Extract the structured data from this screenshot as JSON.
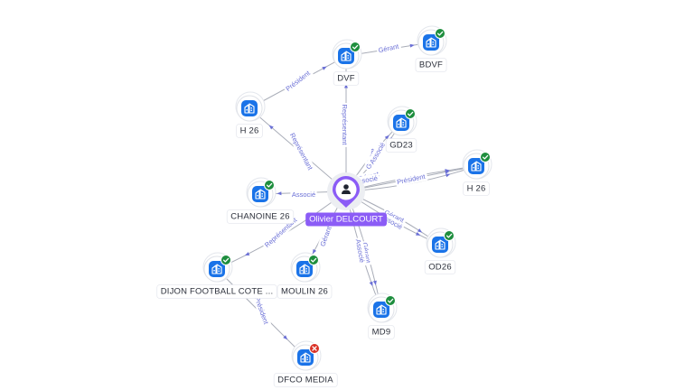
{
  "center": {
    "name": "Olivier DELCOURT",
    "icon": "person-icon",
    "color": "#8b5cf6"
  },
  "colors": {
    "company": "#1a73e8",
    "active": "#1e8e3e",
    "inactive": "#d93025",
    "relation": "#6a6fd6"
  },
  "nodes": [
    {
      "id": "dvf",
      "label": "DVF",
      "status": "active"
    },
    {
      "id": "bdvf",
      "label": "BDVF",
      "status": "active"
    },
    {
      "id": "h26a",
      "label": "H 26",
      "status": "none"
    },
    {
      "id": "gd23",
      "label": "GD23",
      "status": "active"
    },
    {
      "id": "h26b",
      "label": "H 26",
      "status": "active"
    },
    {
      "id": "chanoine",
      "label": "CHANOINE 26",
      "status": "active"
    },
    {
      "id": "od26",
      "label": "OD26",
      "status": "active"
    },
    {
      "id": "dijon",
      "label": "DIJON FOOTBALL COTE ...",
      "status": "active"
    },
    {
      "id": "moulin",
      "label": "MOULIN 26",
      "status": "active"
    },
    {
      "id": "md9",
      "label": "MD9",
      "status": "active"
    },
    {
      "id": "dfco",
      "label": "DFCO MEDIA",
      "status": "inactive"
    }
  ],
  "edges": [
    {
      "from": "center",
      "to": "dvf",
      "label": "Représentant"
    },
    {
      "from": "dvf",
      "to": "bdvf",
      "label": "Gérant"
    },
    {
      "from": "h26a",
      "to": "dvf",
      "label": "Président"
    },
    {
      "from": "center",
      "to": "h26a",
      "label": "Représentant"
    },
    {
      "from": "center",
      "to": "gd23",
      "label": "Gérant"
    },
    {
      "from": "center",
      "to": "gd23",
      "label": "Associé"
    },
    {
      "from": "center",
      "to": "h26b",
      "label": "Gérant"
    },
    {
      "from": "center",
      "to": "h26b",
      "label": "Associé"
    },
    {
      "from": "center",
      "to": "h26b",
      "label": "Président"
    },
    {
      "from": "center",
      "to": "chanoine",
      "label": "Associé"
    },
    {
      "from": "center",
      "to": "od26",
      "label": "Gérant"
    },
    {
      "from": "center",
      "to": "od26",
      "label": "Associé"
    },
    {
      "from": "center",
      "to": "dijon",
      "label": "Représentant"
    },
    {
      "from": "center",
      "to": "moulin",
      "label": "Gérant"
    },
    {
      "from": "center",
      "to": "md9",
      "label": "Gérant"
    },
    {
      "from": "center",
      "to": "md9",
      "label": "Associé"
    },
    {
      "from": "dijon",
      "to": "dfco",
      "label": "Président"
    }
  ]
}
